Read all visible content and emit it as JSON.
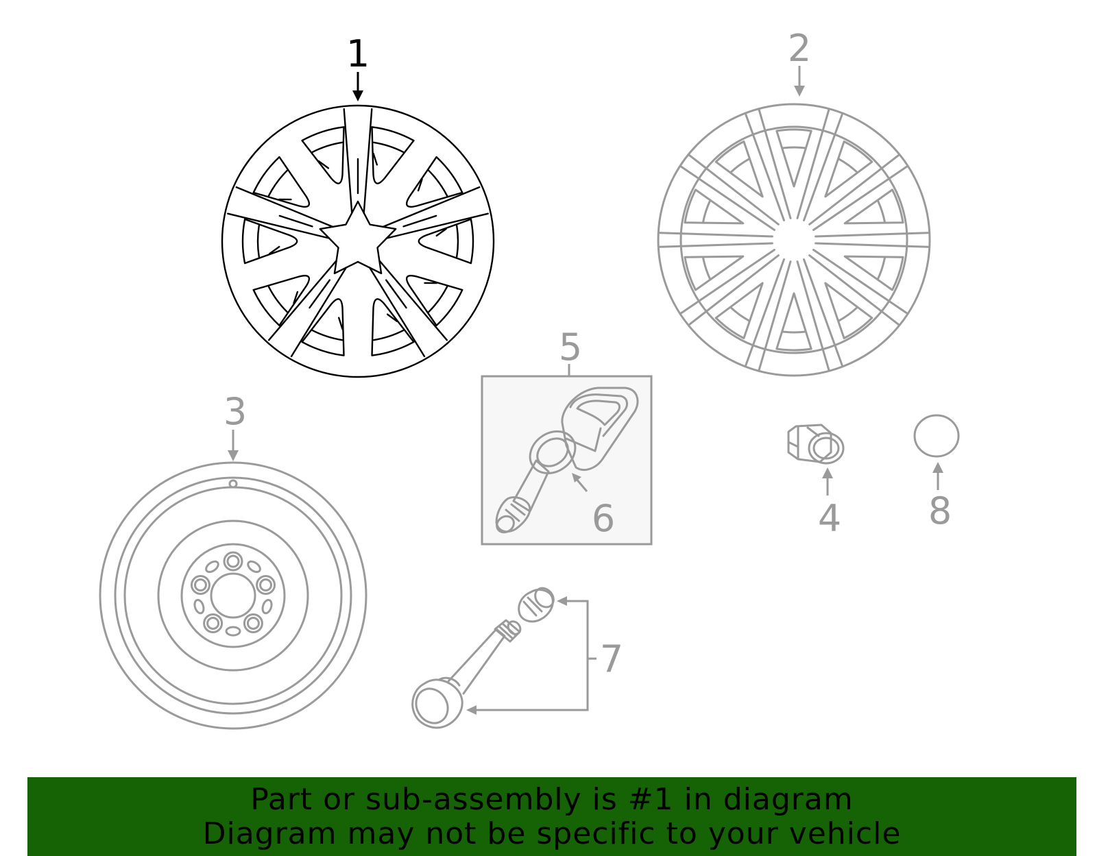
{
  "callouts": {
    "c1": "1",
    "c2": "2",
    "c3": "3",
    "c4": "4",
    "c5": "5",
    "c6": "6",
    "c7": "7",
    "c8": "8"
  },
  "highlighted_callout": "1",
  "colors": {
    "highlight": "#000000",
    "parts": "#9a9a9a",
    "banner_background": "#156305",
    "banner_text": "#000000"
  },
  "banner": {
    "line1": "Part or sub-assembly is #1 in diagram",
    "line2": "Diagram may not be specific to your vehicle"
  }
}
